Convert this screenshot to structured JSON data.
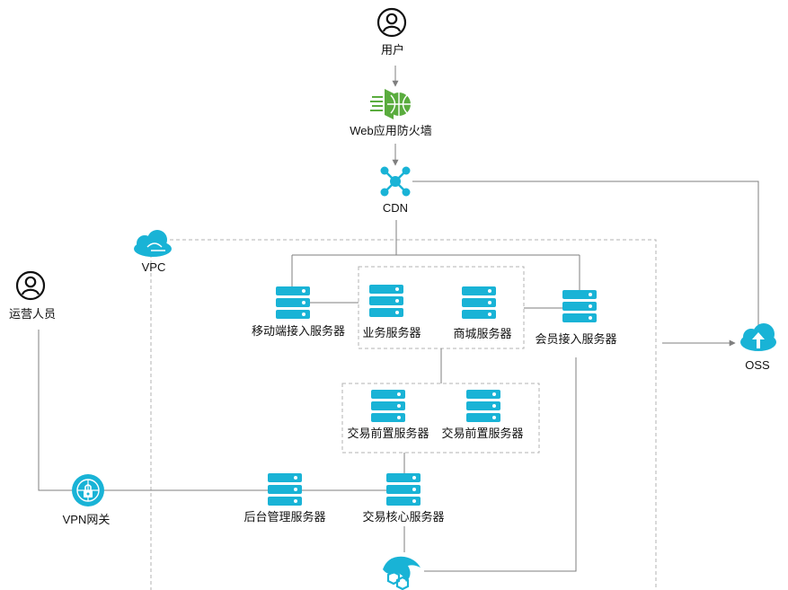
{
  "colors": {
    "accent": "#19b3d6",
    "firewall": "#5aac3e",
    "line": "#7f7f7f",
    "group_border": "#b3b3b3",
    "text": "#111111"
  },
  "nodes": {
    "user": {
      "label": "用户",
      "icon": "user-icon"
    },
    "waf": {
      "label": "Web应用防火墙",
      "icon": "firewall-icon"
    },
    "cdn": {
      "label": "CDN",
      "icon": "cdn-icon"
    },
    "vpc": {
      "label": "VPC",
      "icon": "cloud-icon"
    },
    "ops": {
      "label": "运营人员",
      "icon": "user-icon"
    },
    "mobile_server": {
      "label": "移动端接入服务器",
      "icon": "server-icon"
    },
    "business_server": {
      "label": "业务服务器",
      "icon": "server-icon"
    },
    "mall_server": {
      "label": "商城服务器",
      "icon": "server-icon"
    },
    "member_server": {
      "label": "会员接入服务器",
      "icon": "server-icon"
    },
    "oss": {
      "label": "OSS",
      "icon": "oss-icon"
    },
    "front_server_1": {
      "label": "交易前置服务器",
      "icon": "server-icon"
    },
    "front_server_2": {
      "label": "交易前置服务器",
      "icon": "server-icon"
    },
    "vpn": {
      "label": "VPN网关",
      "icon": "vpn-gateway-icon"
    },
    "admin_server": {
      "label": "后台管理服务器",
      "icon": "server-icon"
    },
    "core_server": {
      "label": "交易核心服务器",
      "icon": "server-icon"
    },
    "database": {
      "icon": "database-icon"
    }
  }
}
